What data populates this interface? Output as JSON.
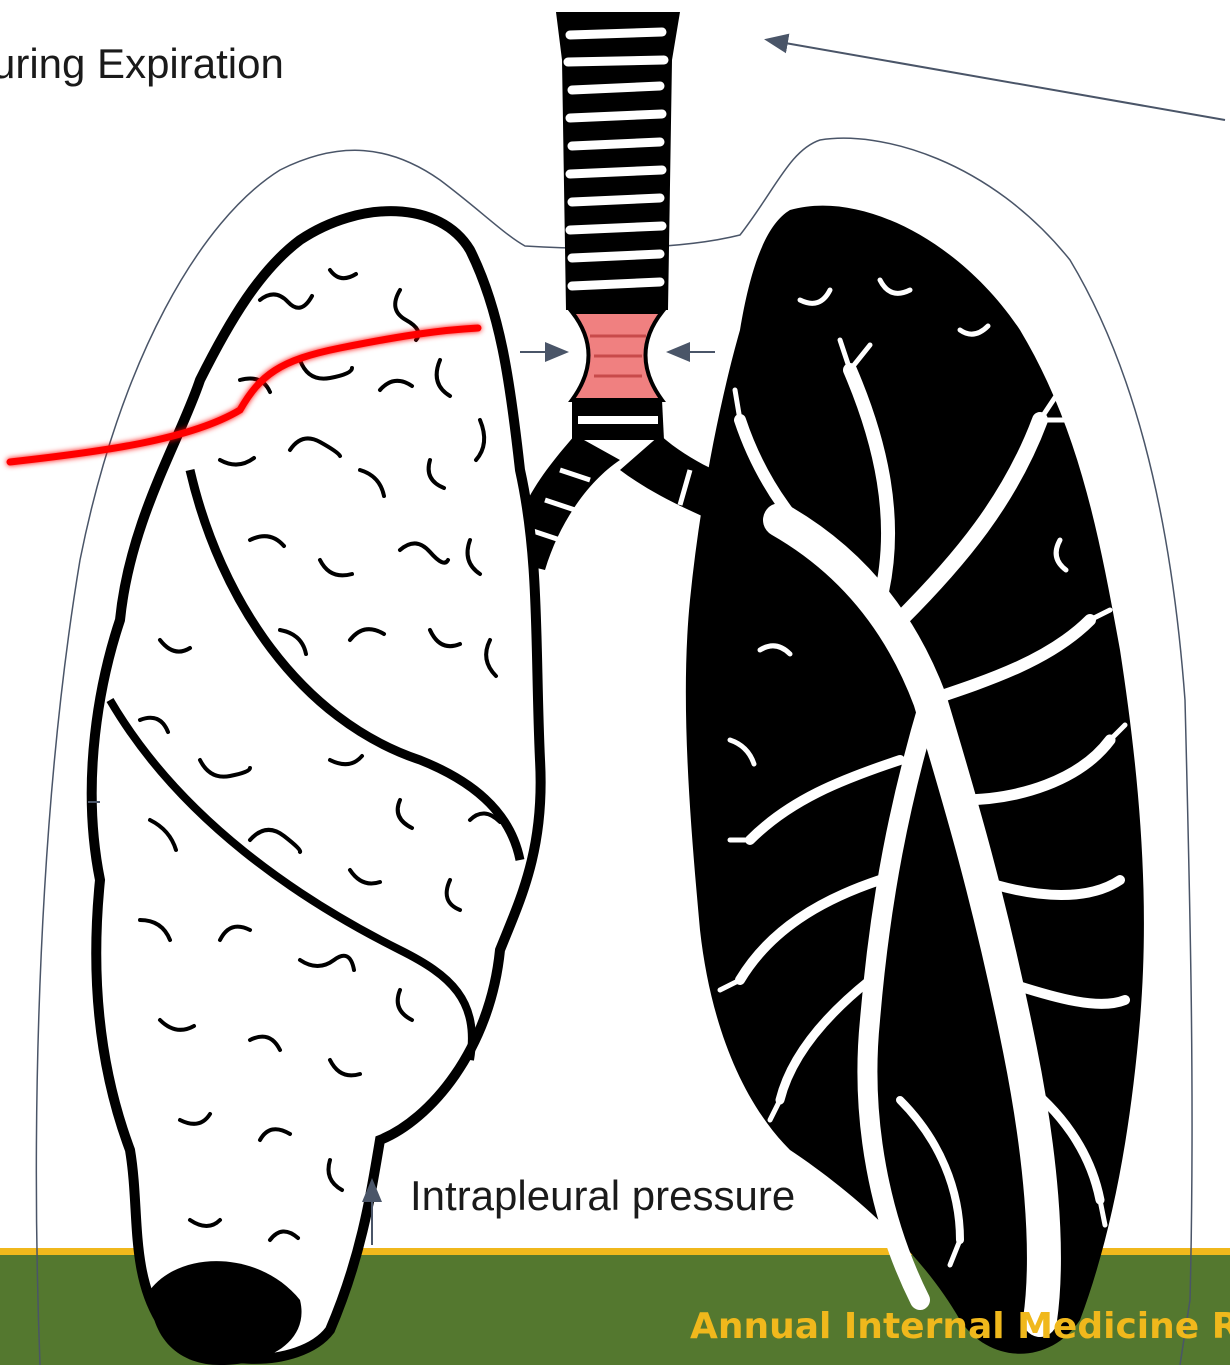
{
  "diagram": {
    "title_text": "uring Expiration",
    "pressure_label": "Intrapleural pressure",
    "footer_text": "Annual Internal Medicine R"
  },
  "colors": {
    "footer_background": "#54782f",
    "footer_accent": "#f0b81c",
    "airway_narrowing": "#f08080",
    "equal_pressure_line": "#ff0000",
    "pleura_outline": "#4a5568",
    "lung_ink": "#000000"
  },
  "icons": {
    "arrows": [
      "arrow-to-trachea-icon",
      "arrow-left-compression-icon",
      "arrow-right-compression-icon",
      "arrow-up-pressure-icon"
    ]
  }
}
